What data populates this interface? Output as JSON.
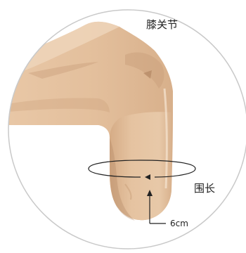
{
  "labels": {
    "title": "膝关节",
    "circumference": "围长",
    "distance": "6cm"
  },
  "colors": {
    "background": "#ffffff",
    "circle_border": "#c9c9c9",
    "skin_base": "#e5c3a2",
    "skin_light": "#eed4b8",
    "skin_shadow": "#caa07c",
    "skin_deep_shadow": "#b38864",
    "line": "#222222"
  }
}
